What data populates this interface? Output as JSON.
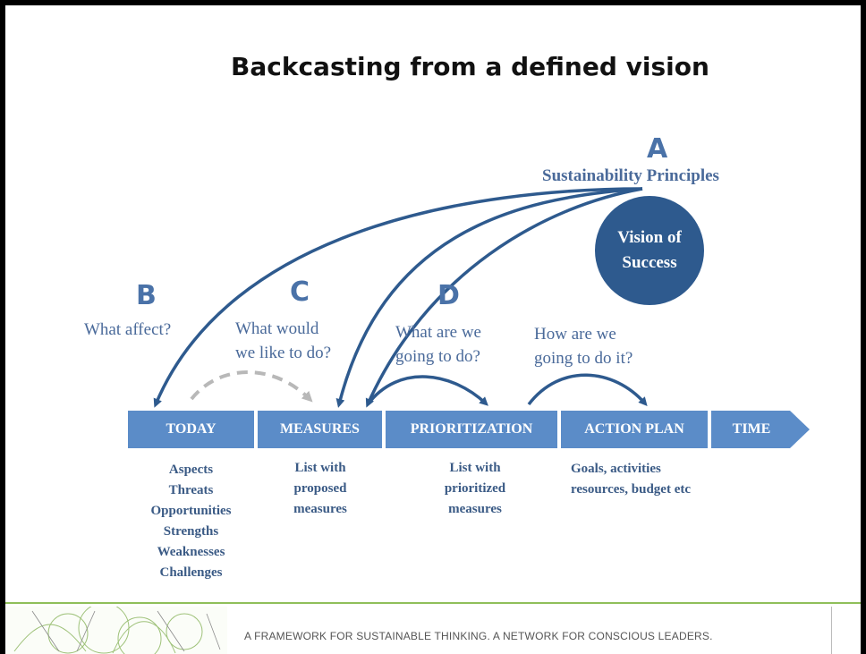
{
  "title": "Backcasting from a defined vision",
  "labels": {
    "a": "A",
    "b": "B",
    "c": "C",
    "d": "D"
  },
  "sustainability_principles": "Sustainability Principles",
  "vision": {
    "line1": "Vision of",
    "line2": "Success"
  },
  "questions": {
    "b": "What affect?",
    "c_line1": "What would",
    "c_line2": "we like to do?",
    "d_line1": "What are we",
    "d_line2": "going to do?",
    "e_line1": "How are we",
    "e_line2": "going to do it?"
  },
  "stages": {
    "today": "TODAY",
    "measures": "MEASURES",
    "prioritization": "PRIORITIZATION",
    "action_plan": "ACTION PLAN",
    "time": "TIME"
  },
  "details": {
    "today": [
      "Aspects",
      "Threats",
      "Opportunities",
      "Strengths",
      "Weaknesses",
      "Challenges"
    ],
    "measures": [
      "List with",
      "proposed",
      "measures"
    ],
    "prioritization": [
      "List with",
      "prioritized",
      "measures"
    ],
    "action_plan": [
      "Goals, activities",
      "resources, budget etc"
    ]
  },
  "footer": "A FRAMEWORK FOR SUSTAINABLE THINKING. A NETWORK FOR CONSCIOUS LEADERS.",
  "colors": {
    "box": "#5b8cc8",
    "circle": "#2e5a8e",
    "arrow": "#2e5a8e",
    "dashed_arrow": "#b8b8b8",
    "text_blue": "#4a6a9a",
    "footer_line": "#8fbf5a"
  }
}
